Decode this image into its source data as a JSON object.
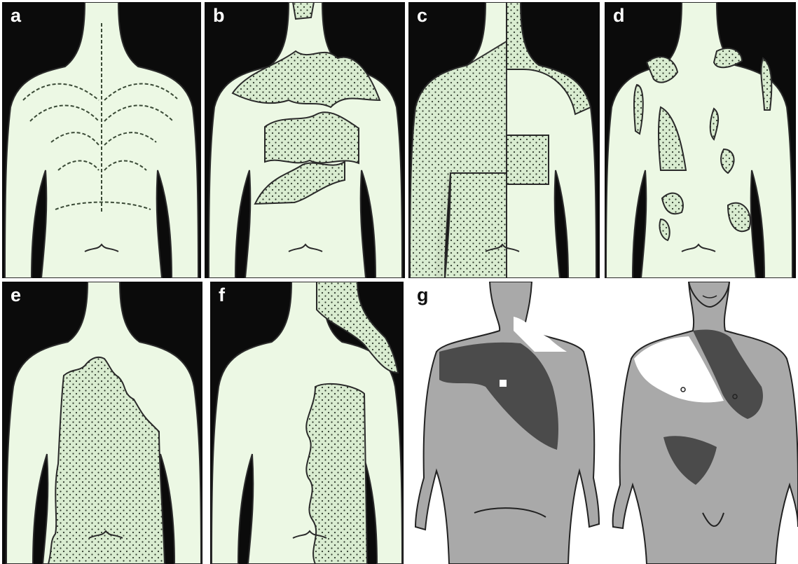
{
  "figure": {
    "panels": [
      {
        "id": "a",
        "label": "a",
        "pattern": "streak-lines"
      },
      {
        "id": "b",
        "label": "b",
        "pattern": "stippled-bands"
      },
      {
        "id": "c",
        "label": "c",
        "pattern": "checkerboard-quadrants"
      },
      {
        "id": "d",
        "label": "d",
        "pattern": "scattered-patches"
      },
      {
        "id": "e",
        "label": "e",
        "pattern": "large-patch-midline"
      },
      {
        "id": "f",
        "label": "f",
        "pattern": "unilateral-segment"
      },
      {
        "id": "g",
        "label": "g",
        "pattern": "phylloid-diagonal-bands-grey"
      }
    ]
  },
  "colors": {
    "panel_bg": "#0b0b0b",
    "body_fill": "#ecf8e4",
    "outline": "#2a2a2a",
    "stipple": "#d2e8c6",
    "grey_skin": "#a9a9a9",
    "dark_patch": "#4b4b4b"
  }
}
